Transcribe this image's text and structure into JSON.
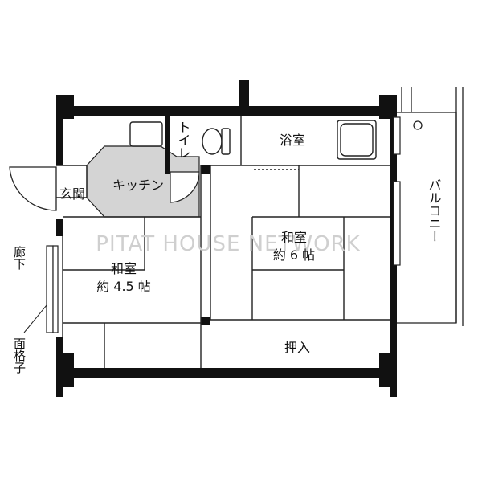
{
  "rooms": {
    "kitchen": "キッチン",
    "toilet": "トイレ",
    "bath": "浴室",
    "entrance": "玄関",
    "washitsu_small_name": "和室",
    "washitsu_small_size": "約 4.5 帖",
    "washitsu_large_name": "和室",
    "washitsu_large_size": "約 6 帖",
    "closet": "押入",
    "balcony": "バルコニー"
  },
  "outside": {
    "corridor": "廊下",
    "lattice": "面格子"
  },
  "watermark": "PITAT HOUSE NETWORK",
  "colors": {
    "wall": "#111111",
    "kitchen_floor": "#d4d4d4",
    "line": "#222222"
  }
}
